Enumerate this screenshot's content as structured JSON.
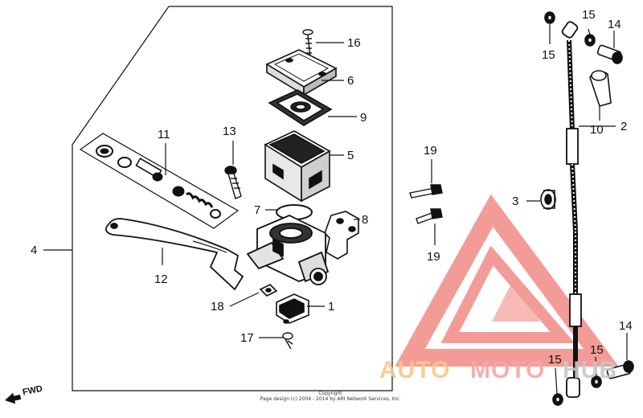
{
  "diagram": {
    "callouts": [
      {
        "id": "c16",
        "label": "16"
      },
      {
        "id": "c6",
        "label": "6"
      },
      {
        "id": "c9",
        "label": "9"
      },
      {
        "id": "c5",
        "label": "5"
      },
      {
        "id": "c13",
        "label": "13"
      },
      {
        "id": "c11",
        "label": "11"
      },
      {
        "id": "c7",
        "label": "7"
      },
      {
        "id": "c8",
        "label": "8"
      },
      {
        "id": "c4",
        "label": "4"
      },
      {
        "id": "c12",
        "label": "12"
      },
      {
        "id": "c18",
        "label": "18"
      },
      {
        "id": "c1",
        "label": "1"
      },
      {
        "id": "c17",
        "label": "17"
      },
      {
        "id": "c19a",
        "label": "19"
      },
      {
        "id": "c19b",
        "label": "19"
      },
      {
        "id": "c3",
        "label": "3"
      },
      {
        "id": "c15a",
        "label": "15"
      },
      {
        "id": "c15b",
        "label": "15"
      },
      {
        "id": "c14a",
        "label": "14"
      },
      {
        "id": "c10",
        "label": "10"
      },
      {
        "id": "c2",
        "label": "2"
      },
      {
        "id": "c14b",
        "label": "14"
      },
      {
        "id": "c15c",
        "label": "15"
      },
      {
        "id": "c15d",
        "label": "15"
      }
    ],
    "fwd_label": "FWD",
    "copyright": {
      "line1": "Copyright",
      "line2": "Page design (c) 2004 - 2014 by ARI Network Services, Inc."
    }
  },
  "watermark": {
    "text_left": "AUTO",
    "text_mid": "MOTO",
    "text_right": "HUB",
    "color_left": "#f6c98a",
    "color_mid": "#f3a7a4",
    "color_right": "#c9c9c9",
    "triangle_color": "#f28b86"
  }
}
